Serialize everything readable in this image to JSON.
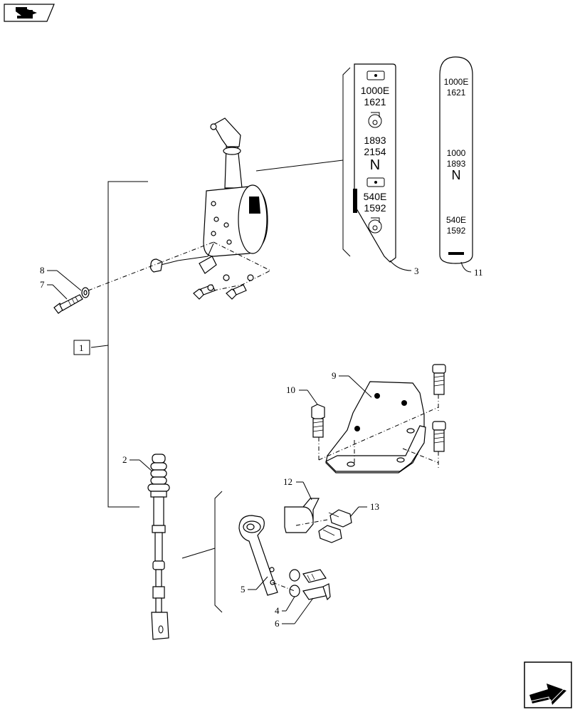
{
  "navigation": {
    "back_icon": "back-arrow-icon",
    "next_icon": "forward-arrow-icon"
  },
  "decal_3": {
    "mark_1": "1000E",
    "mark_2": "1621",
    "mark_3": "1893",
    "mark_4": "2154",
    "mark_5": "N",
    "mark_6": "540E",
    "mark_7": "1592"
  },
  "decal_11": {
    "mark_1": "1000E",
    "mark_2": "1621",
    "mark_3": "1000",
    "mark_4": "1893",
    "mark_5": "N",
    "mark_6": "540E",
    "mark_7": "1592"
  },
  "callouts": {
    "c1": "1",
    "c2": "2",
    "c3": "3",
    "c4": "4",
    "c5": "5",
    "c6": "6",
    "c7": "7",
    "c8": "8",
    "c9": "9",
    "c10": "10",
    "c11": "11",
    "c12": "12",
    "c13": "13"
  }
}
